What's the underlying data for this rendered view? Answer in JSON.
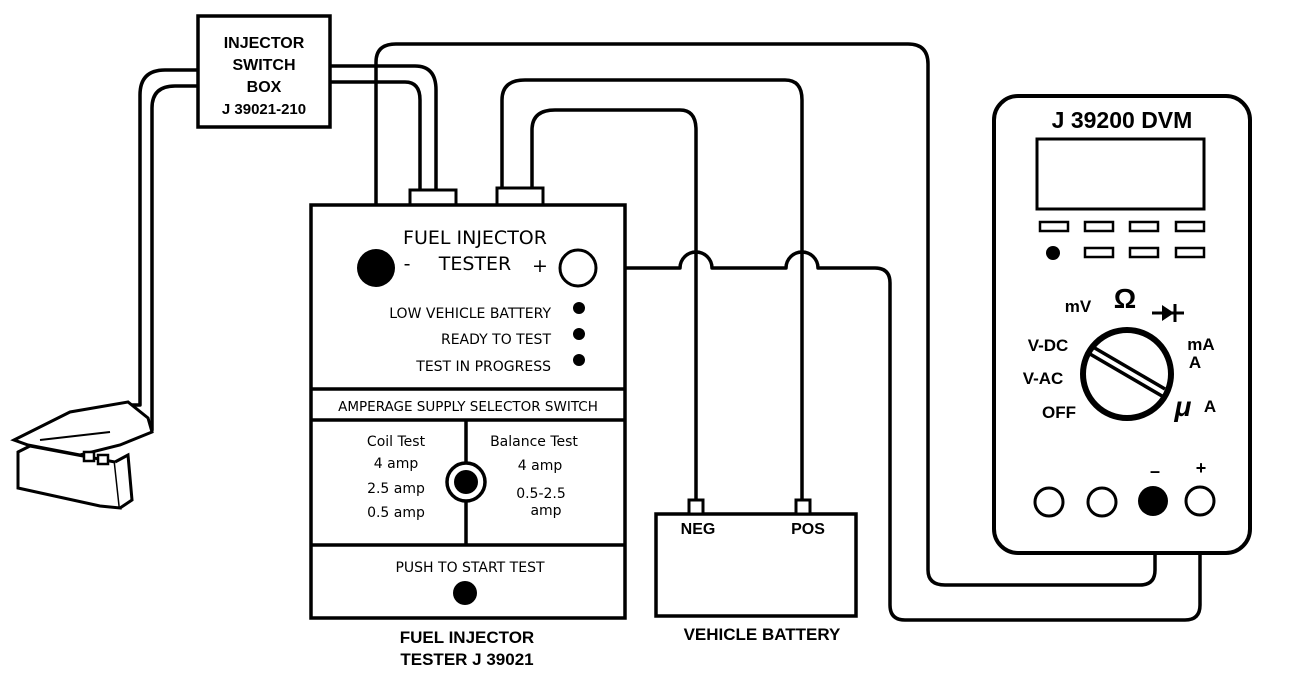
{
  "switch_box": {
    "line1": "INJECTOR",
    "line2": "SWITCH",
    "line3": "BOX",
    "line4": "J 39021-210"
  },
  "tester": {
    "title": "FUEL INJECTOR",
    "minus": "-",
    "subtitle": "TESTER",
    "plus": "+",
    "led_low": "LOW VEHICLE BATTERY",
    "led_ready": "READY TO TEST",
    "led_progress": "TEST IN PROGRESS",
    "selector_title": "AMPERAGE SUPPLY SELECTOR SWITCH",
    "coil_title": "Coil Test",
    "coil_1": "4 amp",
    "coil_2": "2.5 amp",
    "coil_3": "0.5 amp",
    "balance_title": "Balance Test",
    "balance_1": "4 amp",
    "balance_2a": "0.5-2.5",
    "balance_2b": "amp",
    "push_label": "PUSH TO START TEST",
    "caption_1": "FUEL INJECTOR",
    "caption_2": "TESTER J 39021"
  },
  "battery": {
    "neg": "NEG",
    "pos": "POS",
    "caption": "VEHICLE BATTERY"
  },
  "dvm": {
    "title": "J 39200 DVM",
    "mv": "mV",
    "ohm": "Ω",
    "vdc": "V-DC",
    "vac": "V-AC",
    "off": "OFF",
    "ma": "mA",
    "a1": "A",
    "mu": "μ",
    "a2": "A",
    "minus": "–",
    "plus": "+"
  }
}
